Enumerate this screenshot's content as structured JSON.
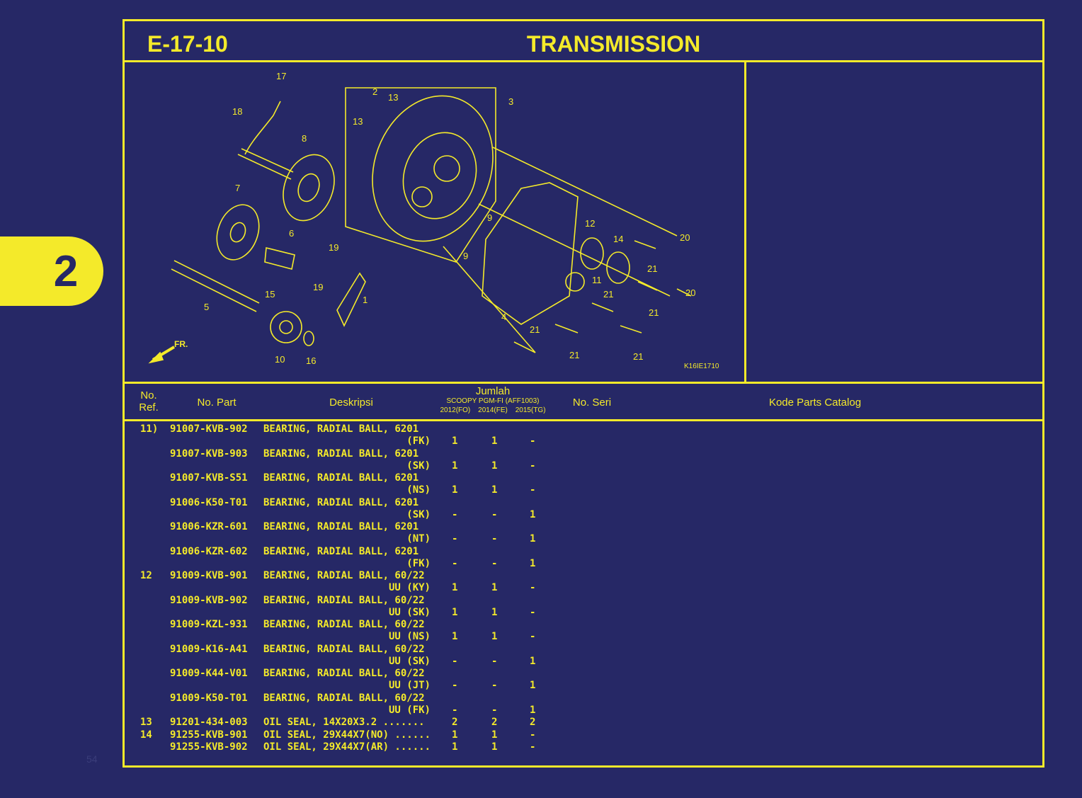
{
  "section_tab": "2",
  "header": {
    "code": "E-17-10",
    "title": "TRANSMISSION"
  },
  "diagram": {
    "figure_code": "K16IE1710",
    "front_marker": "FR.",
    "callouts": [
      "17",
      "18",
      "2",
      "13",
      "13",
      "3",
      "8",
      "7",
      "6",
      "19",
      "19",
      "1",
      "5",
      "15",
      "10",
      "16",
      "9",
      "9",
      "12",
      "14",
      "20",
      "21",
      "11",
      "21",
      "21",
      "4",
      "20",
      "21",
      "21",
      "21"
    ]
  },
  "table_header": {
    "no_ref": "No.",
    "ref": "Ref.",
    "no_part": "No. Part",
    "deskripsi": "Deskripsi",
    "jumlah": "Jumlah",
    "model": "SCOOPY PGM-FI",
    "model_code": "(AFF1003)",
    "years": [
      "2012(FO)",
      "2014(FE)",
      "2015(TG)"
    ],
    "no_seri": "No. Seri",
    "kode": "Kode Parts Catalog"
  },
  "parts": [
    {
      "ref": "11)",
      "part": "91007-KVB-902",
      "desc": "BEARING, RADIAL BALL, 6201",
      "sub": "(FK)",
      "q": [
        "1",
        "1",
        "-"
      ]
    },
    {
      "ref": "",
      "part": "91007-KVB-903",
      "desc": "BEARING, RADIAL BALL, 6201",
      "sub": "(SK)",
      "q": [
        "1",
        "1",
        "-"
      ]
    },
    {
      "ref": "",
      "part": "91007-KVB-S51",
      "desc": "BEARING, RADIAL BALL, 6201",
      "sub": "(NS)",
      "q": [
        "1",
        "1",
        "-"
      ]
    },
    {
      "ref": "",
      "part": "91006-K50-T01",
      "desc": "BEARING, RADIAL BALL, 6201",
      "sub": "(SK)",
      "q": [
        "-",
        "-",
        "1"
      ]
    },
    {
      "ref": "",
      "part": "91006-KZR-601",
      "desc": "BEARING, RADIAL BALL, 6201",
      "sub": "(NT)",
      "q": [
        "-",
        "-",
        "1"
      ]
    },
    {
      "ref": "",
      "part": "91006-KZR-602",
      "desc": "BEARING, RADIAL BALL, 6201",
      "sub": "(FK)",
      "q": [
        "-",
        "-",
        "1"
      ]
    },
    {
      "ref": "12",
      "part": "91009-KVB-901",
      "desc": "BEARING, RADIAL BALL, 60/22",
      "sub": "UU (KY)",
      "q": [
        "1",
        "1",
        "-"
      ]
    },
    {
      "ref": "",
      "part": "91009-KVB-902",
      "desc": "BEARING, RADIAL BALL, 60/22",
      "sub": "UU (SK)",
      "q": [
        "1",
        "1",
        "-"
      ]
    },
    {
      "ref": "",
      "part": "91009-KZL-931",
      "desc": "BEARING, RADIAL BALL, 60/22",
      "sub": "UU (NS)",
      "q": [
        "1",
        "1",
        "-"
      ]
    },
    {
      "ref": "",
      "part": "91009-K16-A41",
      "desc": "BEARING, RADIAL BALL, 60/22",
      "sub": "UU (SK)",
      "q": [
        "-",
        "-",
        "1"
      ]
    },
    {
      "ref": "",
      "part": "91009-K44-V01",
      "desc": "BEARING, RADIAL BALL, 60/22",
      "sub": "UU (JT)",
      "q": [
        "-",
        "-",
        "1"
      ]
    },
    {
      "ref": "",
      "part": "91009-K50-T01",
      "desc": "BEARING, RADIAL BALL, 60/22",
      "sub": "UU (FK)",
      "q": [
        "-",
        "-",
        "1"
      ]
    }
  ],
  "single_parts": [
    {
      "ref": "13",
      "part": "91201-434-003",
      "desc": "OIL SEAL, 14X20X3.2 .......",
      "q": [
        "2",
        "2",
        "2"
      ]
    },
    {
      "ref": "14",
      "part": "91255-KVB-901",
      "desc": "OIL SEAL, 29X44X7(NO) ......",
      "q": [
        "1",
        "1",
        "-"
      ]
    },
    {
      "ref": "",
      "part": "91255-KVB-902",
      "desc": "OIL SEAL, 29X44X7(AR) ......",
      "q": [
        "1",
        "1",
        "-"
      ]
    }
  ],
  "page_number": "54"
}
